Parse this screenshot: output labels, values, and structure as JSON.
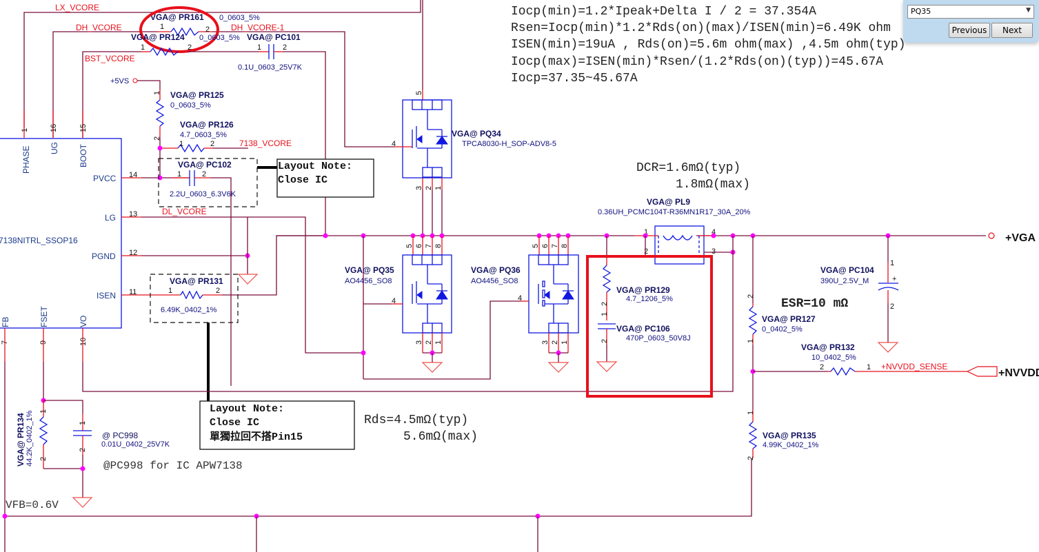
{
  "find_panel": {
    "selected_part": "PQ35",
    "previous_label": "Previous",
    "next_label": "Next"
  },
  "equations": {
    "line1": "Iocp(min)=1.2*Ipeak+Delta I / 2 = 37.354A",
    "line2": "Rsen=Iocp(min)*1.2*Rds(on)(max)/ISEN(min)=6.49K ohm",
    "line3": "ISEN(min)=19uA , Rds(on)=5.6m ohm(max) ,4.5m ohm(typ)",
    "line4": "Iocp(max)=ISEN(min)*Rsen/(1.2*Rds(on)(typ))=45.67A",
    "line5": "Iocp=37.35~45.67A"
  },
  "annotations": {
    "dcr_typ": "DCR=1.6mΩ(typ)",
    "dcr_max": "1.8mΩ(max)",
    "rds_typ": "Rds=4.5mΩ(typ)",
    "rds_max": "5.6mΩ(max)",
    "esr": "ESR=10 mΩ",
    "vfb": "VFB=0.6V",
    "pc998_note": "@PC998 for IC APW7138"
  },
  "layout_notes": {
    "note1_line1": "Layout Note:",
    "note1_line2": "Close IC",
    "note2_line1": "Layout Note:",
    "note2_line2": "Close IC",
    "note2_line3": "單獨拉回不搭Pin15"
  },
  "nets": {
    "lx_vcore": "LX_VCORE",
    "dh_vcore": "DH_VCORE",
    "dh_vcore_1": "DH_VCORE-1",
    "bst_vcore": "BST_VCORE",
    "v7138_vcore": "7138_VCORE",
    "dl_vcore": "DL_VCORE",
    "nvvdd_sense": "+NVVDD_SENSE",
    "p5vs": "+5VS"
  },
  "power_ports": {
    "vga": "+VGA",
    "nvvdd": "+NVVDD"
  },
  "ic": {
    "part": "7138NITRL_SSOP16",
    "pins": [
      {
        "name": "PHASE",
        "num": "1"
      },
      {
        "name": "UG",
        "num": "16"
      },
      {
        "name": "BOOT",
        "num": "15"
      },
      {
        "name": "PVCC",
        "num": "14"
      },
      {
        "name": "LG",
        "num": "13"
      },
      {
        "name": "PGND",
        "num": "12"
      },
      {
        "name": "ISEN",
        "num": "11"
      },
      {
        "name": "FB",
        "num": "7"
      },
      {
        "name": "FSET",
        "num": "9"
      },
      {
        "name": "VO",
        "num": "10"
      }
    ]
  },
  "components": {
    "pr161": {
      "ref": "VGA@ PR161",
      "value": "0_0603_5%"
    },
    "pr124": {
      "ref": "VGA@ PR124",
      "value": "0_0603_5%"
    },
    "pc101": {
      "ref": "VGA@ PC101",
      "value": "0.1U_0603_25V7K"
    },
    "pr125": {
      "ref": "VGA@ PR125",
      "value": "0_0603_5%"
    },
    "pr126": {
      "ref": "VGA@ PR126",
      "value": "4.7_0603_5%"
    },
    "pc102": {
      "ref": "VGA@ PC102",
      "value": "2.2U_0603_6.3V6K"
    },
    "pr131": {
      "ref": "VGA@ PR131",
      "value": "6.49K_0402_1%"
    },
    "pr134": {
      "ref": "VGA@ PR134",
      "value": "44.2K_0402_1%"
    },
    "pc998": {
      "ref": "@    PC998",
      "value": "0.01U_0402_25V7K"
    },
    "pq34": {
      "ref": "VGA@ PQ34",
      "value": "TPCA8030-H_SOP-ADV8-5"
    },
    "pq35": {
      "ref": "VGA@ PQ35",
      "value": "AO4456_SO8"
    },
    "pq36": {
      "ref": "VGA@ PQ36",
      "value": "AO4456_SO8"
    },
    "pl9": {
      "ref": "VGA@ PL9",
      "value": "0.36UH_PCMC104T-R36MN1R17_30A_20%"
    },
    "pr129": {
      "ref": "VGA@ PR129",
      "value": "4.7_1206_5%"
    },
    "pc106": {
      "ref": "VGA@ PC106",
      "value": "470P_0603_50V8J"
    },
    "pc104": {
      "ref": "VGA@ PC104",
      "value": "390U_2.5V_M"
    },
    "pr127": {
      "ref": "VGA@ PR127",
      "value": "0_0402_5%"
    },
    "pr132": {
      "ref": "VGA@ PR132",
      "value": "10_0402_5%"
    },
    "pr135": {
      "ref": "VGA@ PR135",
      "value": "4.99K_0402_1%"
    }
  },
  "pin_labels": {
    "p1": "1",
    "p2": "2",
    "p3": "3",
    "p4": "4",
    "p5": "5",
    "p6": "6",
    "p7": "7",
    "p8": "8",
    "plus": "+"
  },
  "colors": {
    "wire": "#7a0e3c",
    "pin": "#e8101c",
    "symbol": "#1018e0",
    "junction": "#ff00ff",
    "highlight": "#e8101c"
  }
}
